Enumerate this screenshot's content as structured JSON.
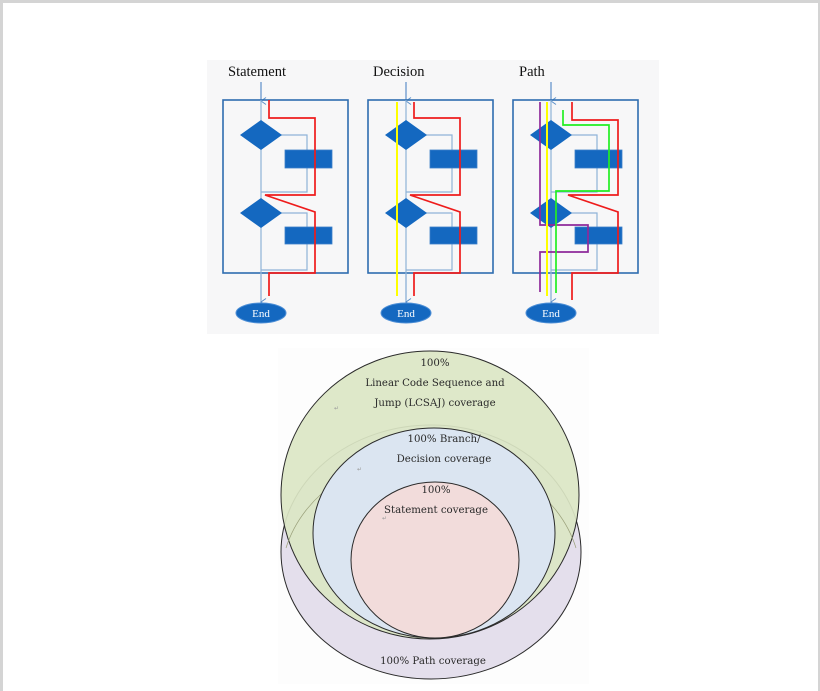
{
  "flowcharts": [
    {
      "title": "Statement",
      "end_label": "End",
      "paths": [
        "red"
      ]
    },
    {
      "title": "Decision",
      "end_label": "End",
      "paths": [
        "yellow",
        "red"
      ]
    },
    {
      "title": "Path",
      "end_label": "End",
      "paths": [
        "purple",
        "yellow",
        "green",
        "red"
      ]
    }
  ],
  "flow_colors": {
    "frame": "#2e6db0",
    "shape_fill": "#1468c0",
    "connector": "#8fb3d8",
    "red": "#ee1c1c",
    "yellow": "#ffff00",
    "green": "#22ee22",
    "purple": "#8e2a9a"
  },
  "venn": {
    "lcsaj": {
      "line1": "100%",
      "line2": "Linear Code Sequence and",
      "line3": "Jump (LCSAJ) coverage",
      "color": "#dbe6c4"
    },
    "branch": {
      "line1": "100% Branch/",
      "line2": "Decision coverage",
      "color": "#dbe5f1"
    },
    "statement": {
      "line1": "100%",
      "line2": "Statement coverage",
      "color": "#f2dcdb"
    },
    "path": {
      "line1": "100% Path coverage",
      "color": "#e4dfec"
    }
  }
}
